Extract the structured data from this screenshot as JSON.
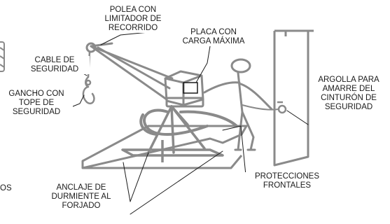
{
  "labels": {
    "polea": "POLEA CON\nLIMITADOR DE\nRECORRIDO",
    "placa": "PLACA CON\nCARGA MÁXIMA",
    "cable": "CABLE DE\nSEGURIDAD",
    "gancho": "GANCHO CON\nTOPE DE\nSEGURIDAD",
    "argolla": "ARGOLLA PARA\nAMARRE DEL\nCINTURÓN DE\nSEGURIDAD",
    "protecciones": "PROTECCIONES\nFRONTALES",
    "anclaje": "ANCLAJE DE\nDURMIENTE AL\nFORJADO",
    "left_fragment": "OS"
  },
  "colors": {
    "line": "#1a1a1a",
    "structure": "#8a8a8a"
  }
}
